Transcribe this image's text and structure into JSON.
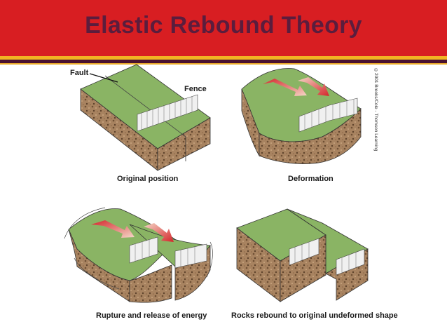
{
  "slide": {
    "title": "Elastic Rebound Theory",
    "colors": {
      "title_background": "#d81e22",
      "title_text": "#5b1d3d",
      "stripe_gold": "#f2b323",
      "stripe_dark": "#4a1230",
      "grass": "#7fa85a",
      "soil": "#a07a55",
      "arrow": "#d3262b"
    }
  },
  "diagram": {
    "labels": {
      "fault": "Fault",
      "fence": "Fence",
      "credit": "©2001 Brooks/Cole - Thomson Learning"
    },
    "panels": [
      {
        "caption": "Original position"
      },
      {
        "caption": "Deformation"
      },
      {
        "caption": "Rupture and release of energy"
      },
      {
        "caption": "Rocks rebound to original undeformed shape"
      }
    ]
  }
}
